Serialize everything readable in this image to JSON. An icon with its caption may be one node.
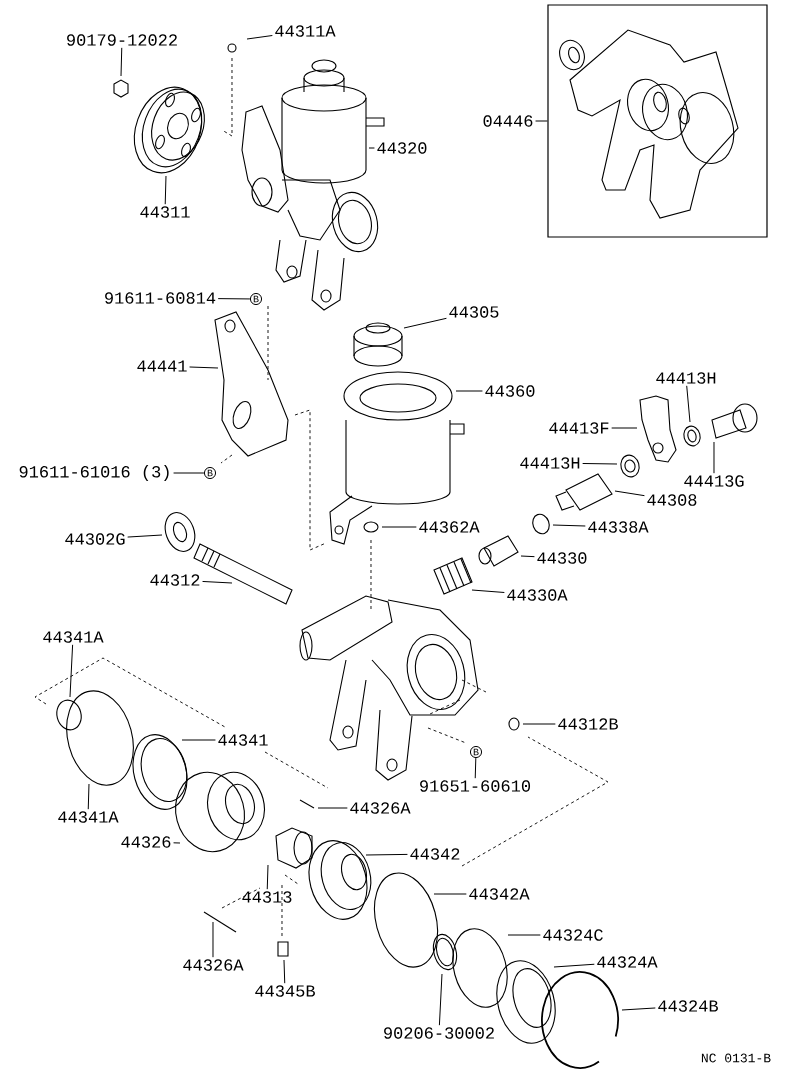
{
  "diagram": {
    "nodes": [
      {
        "text": [
          "90179-12022"
        ]
      },
      {
        "text": [
          "44311A"
        ]
      },
      {
        "text": [
          "44311"
        ]
      },
      {
        "text": [
          "44320"
        ]
      },
      {
        "text": [
          "04446"
        ]
      },
      {
        "text": [],
        "shape": "box"
      },
      {
        "text": [
          "91611-60814"
        ]
      },
      {
        "text": [
          "B"
        ]
      },
      {
        "text": [
          "44441"
        ]
      },
      {
        "text": [
          "91611-61016 (3)"
        ]
      },
      {
        "text": [
          "B"
        ]
      },
      {
        "text": [
          "44305"
        ]
      },
      {
        "text": [
          "44360"
        ]
      },
      {
        "text": [
          "44413H"
        ]
      },
      {
        "text": [
          "44413F"
        ]
      },
      {
        "text": [
          "44413H"
        ]
      },
      {
        "text": [
          "44413G"
        ]
      },
      {
        "text": [
          "44308"
        ]
      },
      {
        "text": [
          "44362A"
        ]
      },
      {
        "text": [
          "44338A"
        ]
      },
      {
        "text": [
          "44330"
        ]
      },
      {
        "text": [
          "44330A"
        ]
      },
      {
        "text": [
          "44302G"
        ]
      },
      {
        "text": [
          "44312"
        ]
      },
      {
        "text": [
          "44341A"
        ]
      },
      {
        "text": [
          "44341"
        ]
      },
      {
        "text": [
          "44312B"
        ]
      },
      {
        "text": [
          "B"
        ]
      },
      {
        "text": [
          "91651-60610"
        ]
      },
      {
        "text": [
          "44341A"
        ]
      },
      {
        "text": [
          "44326A"
        ]
      },
      {
        "text": [
          "44326"
        ]
      },
      {
        "text": [
          "44342"
        ]
      },
      {
        "text": [
          "44313"
        ]
      },
      {
        "text": [
          "44342A"
        ]
      },
      {
        "text": [
          "44324C"
        ]
      },
      {
        "text": [
          "44326A"
        ]
      },
      {
        "text": [
          "44324A"
        ]
      },
      {
        "text": [
          "44345B"
        ]
      },
      {
        "text": [
          "44324B"
        ]
      },
      {
        "text": [
          "90206-30002"
        ]
      }
    ],
    "edges": [
      {
        "from": 0,
        "to": null,
        "arrow": "none"
      },
      {
        "from": 1,
        "to": null,
        "arrow": "none"
      },
      {
        "from": 2,
        "to": null,
        "arrow": "none"
      },
      {
        "from": 3,
        "to": null,
        "arrow": "none"
      },
      {
        "from": 4,
        "to": 5,
        "arrow": "none"
      },
      {
        "from": 6,
        "to": 7,
        "arrow": "none"
      },
      {
        "from": 8,
        "to": null,
        "arrow": "none"
      },
      {
        "from": 9,
        "to": 10,
        "arrow": "none"
      },
      {
        "from": 11,
        "to": null,
        "arrow": "none"
      },
      {
        "from": 12,
        "to": null,
        "arrow": "none"
      },
      {
        "from": 13,
        "to": null,
        "arrow": "none"
      },
      {
        "from": 14,
        "to": null,
        "arrow": "none"
      },
      {
        "from": 15,
        "to": null,
        "arrow": "none"
      },
      {
        "from": 16,
        "to": null,
        "arrow": "none"
      },
      {
        "from": 17,
        "to": null,
        "arrow": "none"
      },
      {
        "from": 18,
        "to": null,
        "arrow": "none"
      },
      {
        "from": 19,
        "to": null,
        "arrow": "none"
      },
      {
        "from": 20,
        "to": null,
        "arrow": "none"
      },
      {
        "from": 21,
        "to": null,
        "arrow": "none"
      },
      {
        "from": 22,
        "to": null,
        "arrow": "none"
      },
      {
        "from": 23,
        "to": null,
        "arrow": "none"
      },
      {
        "from": 24,
        "to": null,
        "arrow": "none"
      },
      {
        "from": 25,
        "to": null,
        "arrow": "none"
      },
      {
        "from": 26,
        "to": null,
        "arrow": "none"
      },
      {
        "from": 28,
        "to": 27,
        "arrow": "none"
      },
      {
        "from": 29,
        "to": null,
        "arrow": "none"
      },
      {
        "from": 30,
        "to": null,
        "arrow": "none"
      },
      {
        "from": 31,
        "to": null,
        "arrow": "none"
      },
      {
        "from": 32,
        "to": null,
        "arrow": "none"
      },
      {
        "from": 33,
        "to": null,
        "arrow": "none"
      },
      {
        "from": 34,
        "to": null,
        "arrow": "none"
      },
      {
        "from": 35,
        "to": null,
        "arrow": "none"
      },
      {
        "from": 36,
        "to": null,
        "arrow": "none"
      },
      {
        "from": 37,
        "to": null,
        "arrow": "none"
      },
      {
        "from": 38,
        "to": null,
        "arrow": "none"
      },
      {
        "from": 39,
        "to": null,
        "arrow": "none"
      },
      {
        "from": 40,
        "to": null,
        "arrow": "none"
      }
    ],
    "labels": [
      "NC 0131-B"
    ]
  }
}
